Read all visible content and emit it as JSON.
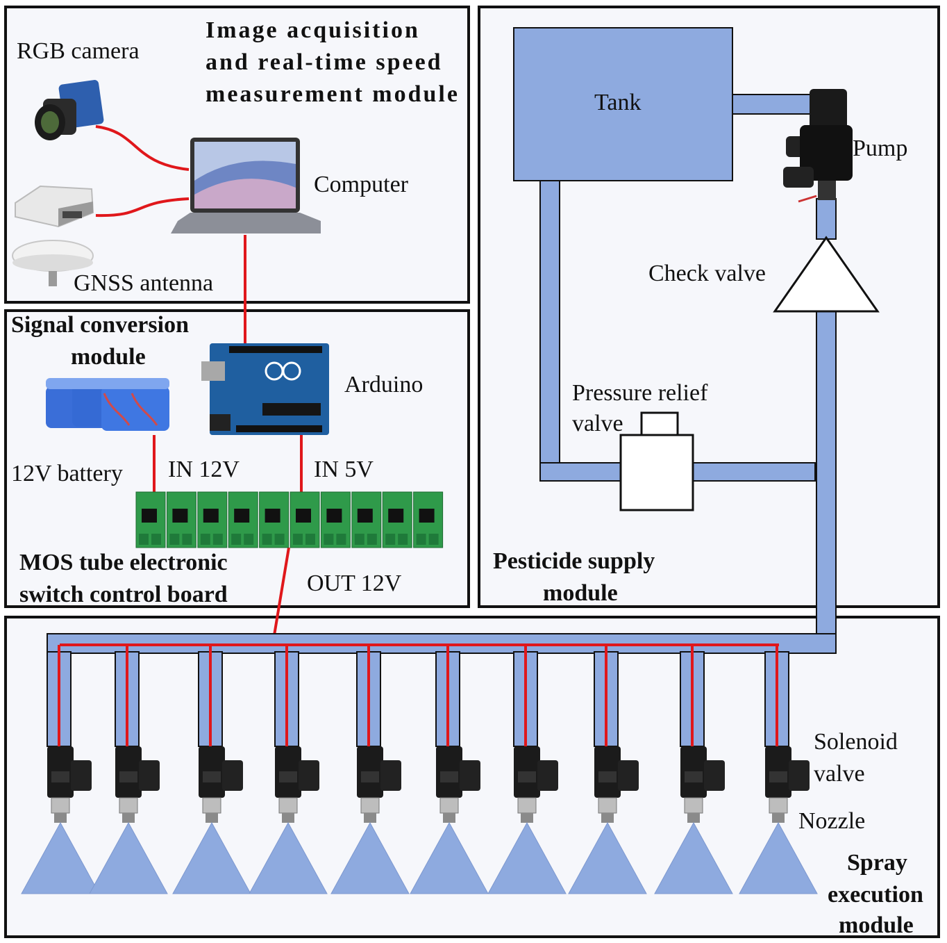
{
  "modules": {
    "image": {
      "title_lines": [
        "Image acquisition",
        "and real-time speed",
        "measurement module"
      ]
    },
    "signal": {
      "title_lines": [
        "Signal conversion",
        "module"
      ]
    },
    "pesticide": {
      "title_lines": [
        "Pesticide supply",
        "module"
      ]
    },
    "spray": {
      "title_lines": [
        "Spray",
        "execution",
        "module"
      ]
    }
  },
  "labels": {
    "rgb_camera": "RGB camera",
    "computer": "Computer",
    "gnss_antenna": "GNSS antenna",
    "arduino": "Arduino",
    "battery": "12V  battery",
    "in12v": "IN 12V",
    "in5v": "IN 5V",
    "mos_lines": [
      "MOS tube electronic",
      "switch control board"
    ],
    "out12v": "OUT 12V",
    "tank": "Tank",
    "pump": "Pump",
    "check_valve": "Check valve",
    "pressure_relief_lines": [
      "Pressure relief",
      "valve"
    ],
    "solenoid_lines": [
      "Solenoid",
      "valve"
    ],
    "nozzle": "Nozzle"
  },
  "colors": {
    "pipe": "#8eaadf",
    "wire": "#e0171b",
    "panel": "#f6f7fb",
    "border": "#111111",
    "board": "#2f9a4a",
    "battery": "#3a6ed8",
    "arduino": "#1f5fa0"
  },
  "spray": {
    "unit_count": 10
  }
}
